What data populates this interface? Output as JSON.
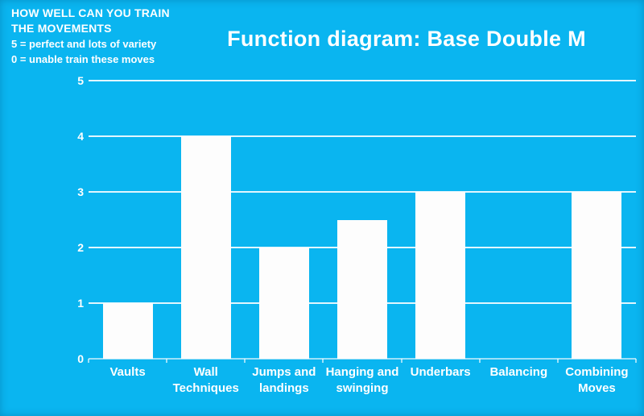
{
  "colors": {
    "background": "#0ab5f0",
    "bar": "#fdfdfd",
    "text": "#ffffff"
  },
  "annotation": {
    "lines": [
      "HOW WELL CAN YOU TRAIN",
      "THE MOVEMENTS",
      "5 = perfect and lots of variety",
      "0 = unable train these moves"
    ]
  },
  "title": "Function diagram: Base Double M",
  "chart_data": {
    "type": "bar",
    "title": "Function diagram: Base Double M",
    "categories": [
      "Vaults",
      "Wall Techniques",
      "Jumps and landings",
      "Hanging and swinging",
      "Underbars",
      "Balancing",
      "Combining Moves"
    ],
    "values": [
      1,
      4,
      2,
      2.5,
      3,
      0,
      3
    ],
    "xlabel": "",
    "ylabel": "",
    "ylim": [
      0,
      5
    ],
    "yticks": [
      0,
      1,
      2,
      3,
      4,
      5
    ],
    "grid": true,
    "legend": false,
    "gridline_color": "#ffffff",
    "bar_color": "#fdfdfd",
    "background_color": "#0ab5f0"
  }
}
